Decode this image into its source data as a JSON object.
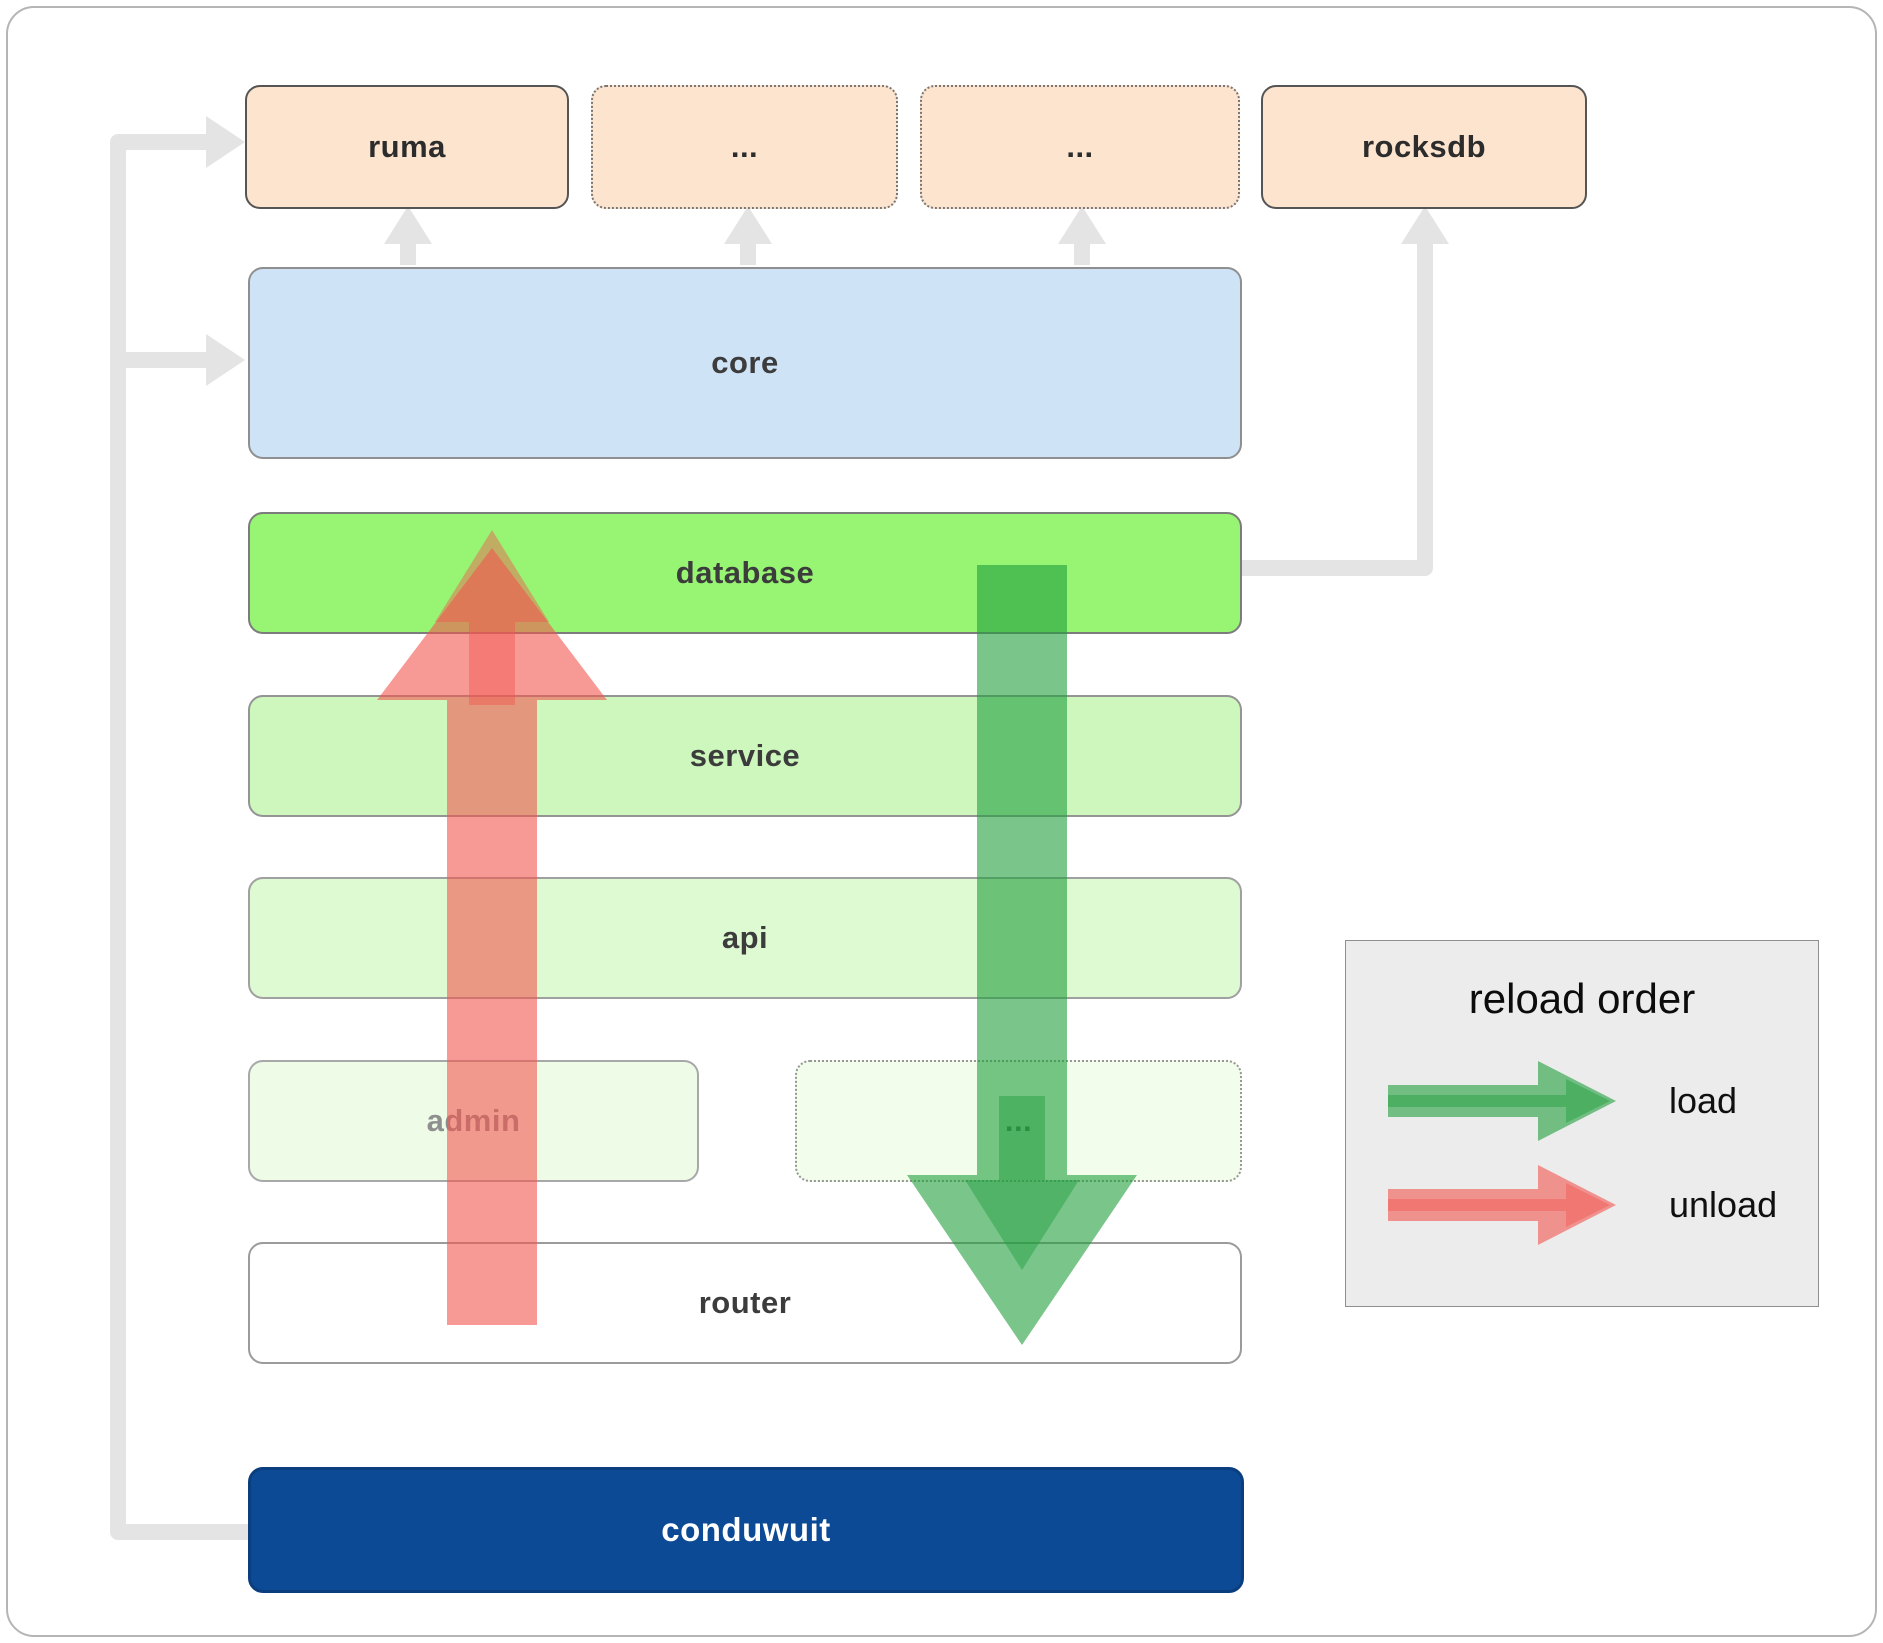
{
  "boxes": {
    "ruma": "ruma",
    "ellipsis_top_left": "...",
    "ellipsis_top_right": "...",
    "rocksdb": "rocksdb",
    "core": "core",
    "database": "database",
    "service": "service",
    "api": "api",
    "admin": "admin",
    "ellipsis_admin_row": "...",
    "router": "router",
    "conduwuit": "conduwuit"
  },
  "legend": {
    "title": "reload order",
    "items": [
      {
        "label": "load",
        "color": "#1f9e3c"
      },
      {
        "label": "unload",
        "color": "#f25750"
      }
    ]
  },
  "colors": {
    "module_peach": "#fce4cf",
    "core_blue": "#cfe3f7",
    "database_green": "#97f573",
    "service_green": "#cdf7bd",
    "api_green": "#defad2",
    "admin_green": "#eefce7",
    "router_white": "#ffffff",
    "conduwuit_blue": "#0d4a96",
    "connector_gray": "#e4e4e4",
    "load_green": "#1f9e3c",
    "unload_red": "#f25750"
  }
}
